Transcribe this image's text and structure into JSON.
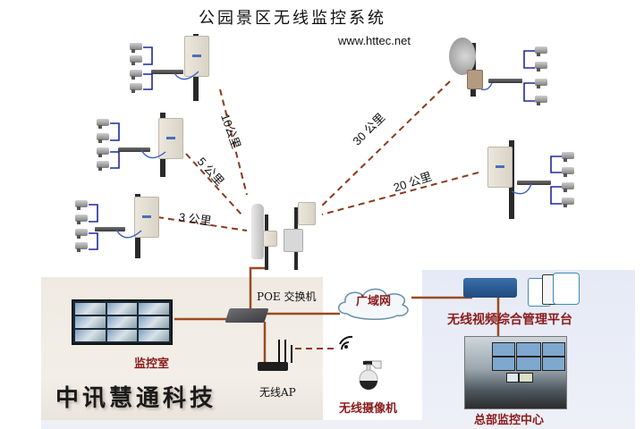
{
  "header": {
    "title": "公园景区无线监控系统",
    "url": "www.httec.net"
  },
  "links": [
    {
      "from": "site-top-left",
      "to": "central-base-station",
      "distance": "10公里"
    },
    {
      "from": "site-mid-left",
      "to": "central-base-station",
      "distance": "5 公里"
    },
    {
      "from": "site-bottom-left",
      "to": "central-base-station",
      "distance": "3 公里"
    },
    {
      "from": "site-top-right",
      "to": "central-base-station",
      "distance": "30 公里"
    },
    {
      "from": "site-mid-right",
      "to": "central-base-station",
      "distance": "20 公里"
    }
  ],
  "sites": [
    {
      "id": "site-top-left",
      "cameras": 4,
      "device": "outdoor-radio-bridge"
    },
    {
      "id": "site-mid-left",
      "cameras": 4,
      "device": "outdoor-radio-bridge"
    },
    {
      "id": "site-bottom-left",
      "cameras": 4,
      "device": "outdoor-radio-bridge"
    },
    {
      "id": "site-top-right",
      "cameras": 4,
      "device": "dish-antenna-bridge"
    },
    {
      "id": "site-mid-right",
      "cameras": 4,
      "device": "outdoor-radio-bridge"
    }
  ],
  "local": {
    "poe_switch_label": "POE 交换机",
    "monitor_room_label": "监控室",
    "wireless_ap_label": "无线AP",
    "wireless_camera_label": "无线摄像机",
    "brand": "中讯慧通科技"
  },
  "remote": {
    "wan_label": "广域网",
    "platform_label": "无线视频综合管理平台",
    "hq_label": "总部监控中心"
  },
  "colors": {
    "link_dashed": "#8b3a1a",
    "wired": "#9a4a20",
    "camera_wiring": "#1f2a9a",
    "label_red": "#8b1a1a"
  }
}
